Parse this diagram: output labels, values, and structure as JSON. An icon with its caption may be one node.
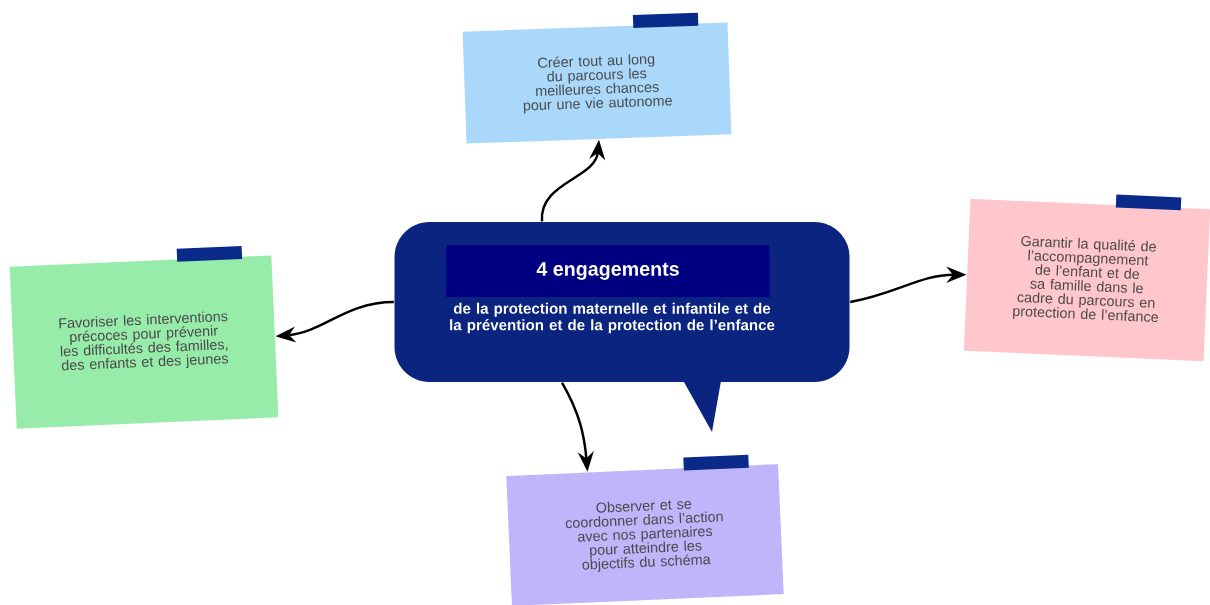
{
  "diagram": {
    "nodes": [
      {
        "text": [
          "4 engagements",
          "de la protection maternelle et infantile et de la prévention et de la protection de l’enfance"
        ]
      },
      {
        "text": [
          "Créer tout au long du parcours les meilleures chances pour une vie autonome"
        ]
      },
      {
        "text": [
          "Garantir la qualité de l’accompagnement de l’enfant et de sa famille dans le cadre du parcours en protection de l’enfance"
        ]
      },
      {
        "text": [
          "Observer et se coordonner dans l’action avec nos partenaires pour atteindre les objectifs du schéma"
        ]
      },
      {
        "text": [
          "Favoriser les interventions précoces pour prévenir les difficultés des familles, des enfants et des jeunes"
        ]
      }
    ],
    "edges": [
      {
        "from": 0,
        "to": 1,
        "arrow": "to"
      },
      {
        "from": 0,
        "to": 2,
        "arrow": "to"
      },
      {
        "from": 0,
        "to": 3,
        "arrow": "to"
      },
      {
        "from": 0,
        "to": 4,
        "arrow": "to"
      }
    ]
  }
}
